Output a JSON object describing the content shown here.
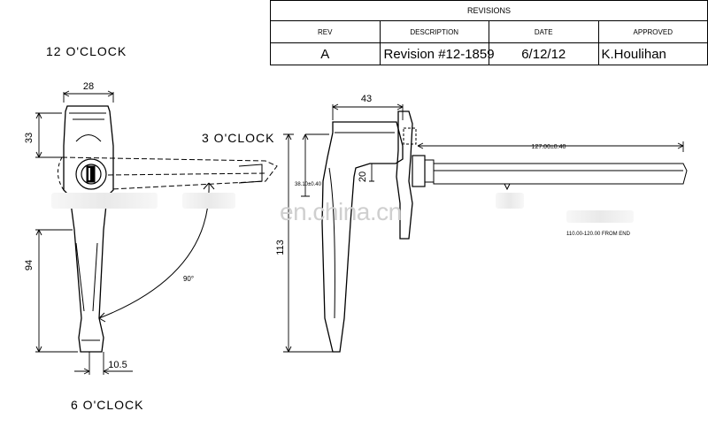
{
  "revisions": {
    "title": "REVISIONS",
    "columns": {
      "rev": "REV",
      "description": "DESCRIPTION",
      "date": "DATE",
      "approved": "APPROVED"
    },
    "rows": [
      {
        "rev": "A",
        "description": "Revision #12-1859",
        "date": "6/12/12",
        "approved": "K.Houlihan"
      }
    ]
  },
  "orientations": {
    "twelve": "12 O'CLOCK",
    "three": "3 O'CLOCK",
    "six": "6 O'CLOCK"
  },
  "dimensions": {
    "width_top": "28",
    "head_height": "33",
    "lower_height": "94",
    "bottom_width": "10.5",
    "angle": "90°",
    "side_width": "43",
    "side_small": "38.10±0.40",
    "side_offset": "20",
    "side_height": "113",
    "rod_length": "127.00±0.40",
    "from_end": "110.00-120.00 FROM END"
  },
  "watermark": "en.china.cn"
}
